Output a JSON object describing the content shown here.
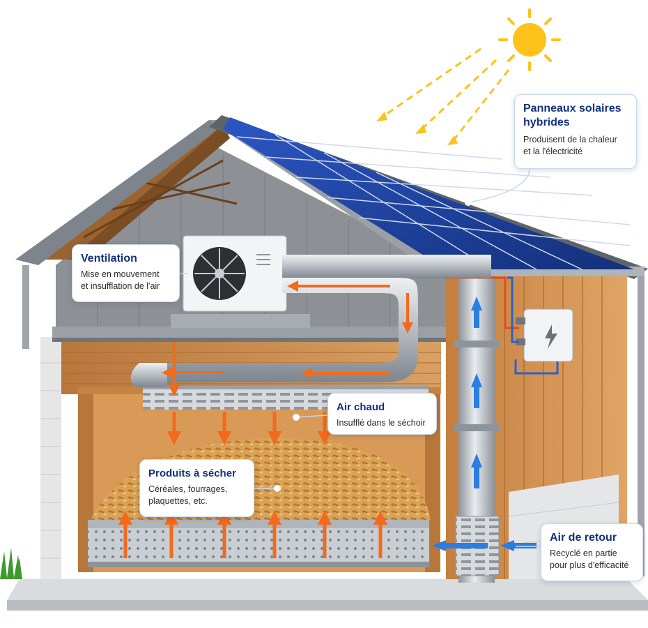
{
  "callouts": {
    "panels": {
      "title_line1": "Panneaux solaires",
      "title_line2": "hybrides",
      "desc_line1": "Produisent de la chaleur",
      "desc_line2": "et la l'électricité"
    },
    "ventilation": {
      "title": "Ventilation",
      "desc_line1": "Mise en mouvement",
      "desc_line2": "et insufflation de l'air"
    },
    "hot_air": {
      "title": "Air chaud",
      "desc": "Insufflé dans le séchoir"
    },
    "products": {
      "title": "Produits à sécher",
      "desc_line1": "Céréales, fourrages,",
      "desc_line2": "plaquettes, etc."
    },
    "return_air": {
      "title": "Air de retour",
      "desc_line1": "Recyclé en partie",
      "desc_line2": "pour plus d'efficacité"
    }
  },
  "colors": {
    "title": "#13307a",
    "hot_arrow": "#f26a1b",
    "cold_arrow": "#2a7de1",
    "solar_panel": "#1c3f9e",
    "wood": "#c98a4b",
    "sun": "#ffc21a"
  },
  "icons": [
    "sun-icon",
    "fan-icon",
    "lightning-icon"
  ]
}
